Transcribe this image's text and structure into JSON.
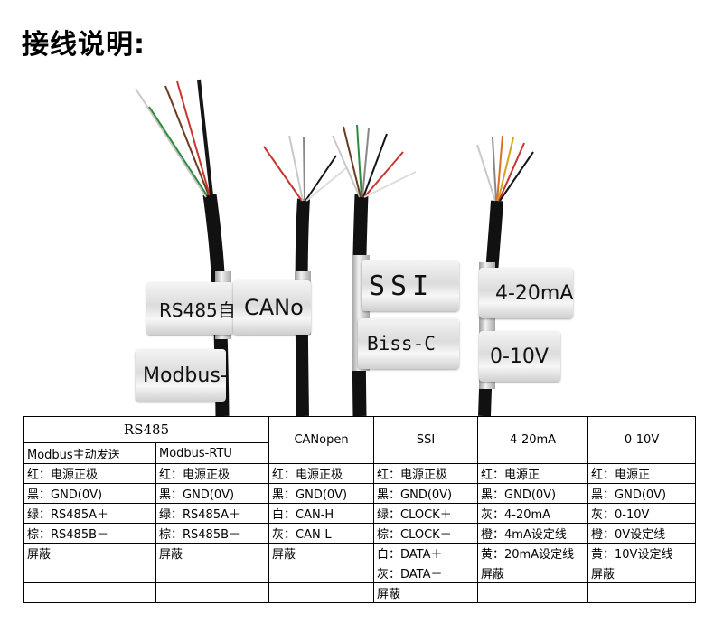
{
  "title": "接线说明:",
  "photo": {
    "tags": {
      "rs485": "RS485自",
      "canopen": "CANo",
      "modbus": "Modbus-",
      "ssi": "SSI",
      "biss": "Biss-C",
      "ma": "4-20mA",
      "v": "0-10V"
    },
    "colors": {
      "red": "#c8352f",
      "black": "#151515",
      "green": "#2e8b3e",
      "brown": "#6b3a1f",
      "white": "#eeeeee",
      "gray": "#8a8a8a",
      "yellow": "#d9a21b",
      "orange": "#d6722a"
    }
  },
  "table": {
    "headers": [
      "RS485",
      "CANopen",
      "SSI",
      "4-20mA",
      "0-10V"
    ],
    "subheaders": [
      "Modbus主动发送",
      "Modbus-RTU"
    ],
    "rows": [
      [
        "红：电源正极",
        "红：电源正极",
        "红：电源正极",
        "红：电源正极",
        "红：电源正",
        "红：电源正"
      ],
      [
        "黑：GND(0V)",
        "黑：GND(0V)",
        "黑：GND(0V)",
        "黑：GND(0V)",
        "黑：GND(0V)",
        "黑：GND(0V)"
      ],
      [
        "绿：RS485A＋",
        "绿：RS485A＋",
        "白：CAN-H",
        "绿：CLOCK＋",
        "灰：4-20mA",
        "灰：0-10V"
      ],
      [
        "棕：RS485B－",
        "棕：RS485B－",
        "灰：CAN-L",
        "棕：CLOCK－",
        "橙：4mA设定线",
        "橙：0V设定线"
      ],
      [
        "屏蔽",
        "屏蔽",
        "屏蔽",
        "白：DATA＋",
        "黄：20mA设定线",
        "黄：10V设定线"
      ],
      [
        "",
        "",
        "",
        "灰：DATA－",
        "屏蔽",
        "屏蔽"
      ],
      [
        "",
        "",
        "",
        "屏蔽",
        "",
        ""
      ]
    ]
  }
}
